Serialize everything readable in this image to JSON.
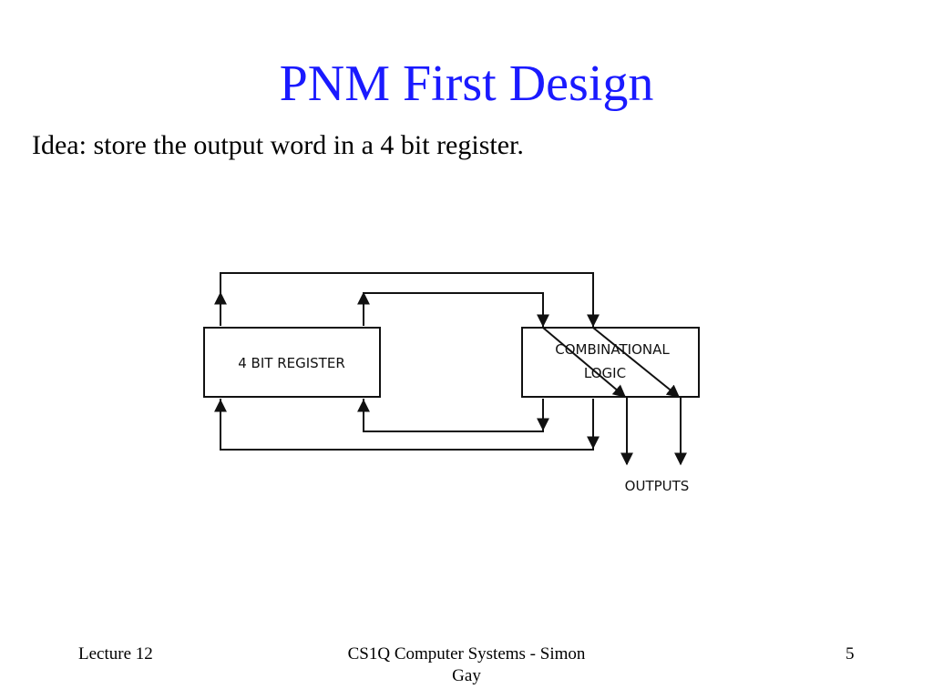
{
  "slide": {
    "title": "PNM First Design",
    "bullet": "Idea: store the output word in a 4 bit register."
  },
  "diagram": {
    "register_label": "4 BIT REGISTER",
    "logic_label_line1": "COMBINATIONAL",
    "logic_label_line2": "LOGIC",
    "outputs_label": "OUTPUTS"
  },
  "footer": {
    "left": "Lecture 12",
    "center_line1": "CS1Q Computer Systems - Simon",
    "center_line2": "Gay",
    "right": "5"
  }
}
